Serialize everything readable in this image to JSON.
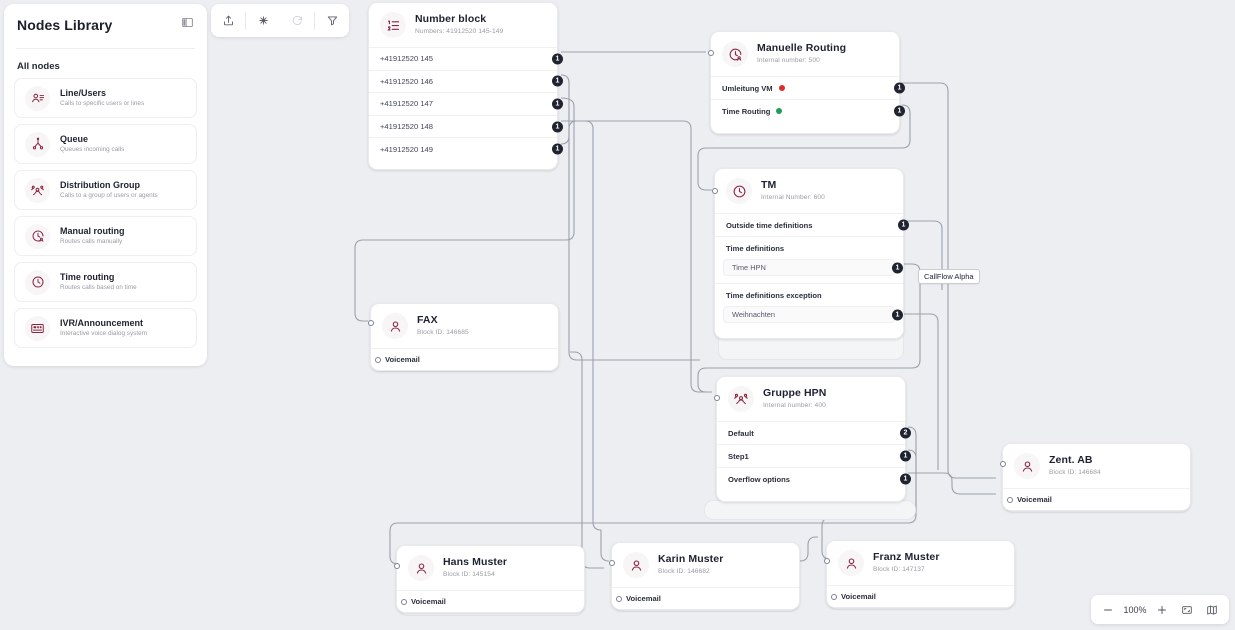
{
  "sidebar": {
    "title": "Nodes Library",
    "panel_icon": "panel-toggle-icon",
    "section_label": "All nodes",
    "items": [
      {
        "name": "Line/Users",
        "desc": "Calls to specific users or lines",
        "icon": "line-users-icon"
      },
      {
        "name": "Queue",
        "desc": "Queues incoming calls",
        "icon": "queue-icon"
      },
      {
        "name": "Distribution Group",
        "desc": "Calls to a group of users or agents",
        "icon": "distribution-group-icon"
      },
      {
        "name": "Manual routing",
        "desc": "Routes calls manually",
        "icon": "manual-routing-icon"
      },
      {
        "name": "Time routing",
        "desc": "Routes calls based on time",
        "icon": "time-routing-icon"
      },
      {
        "name": "IVR/Announcement",
        "desc": "Interactive voice dialog system",
        "icon": "ivr-announcement-icon"
      }
    ]
  },
  "toolbar": {
    "buttons": [
      {
        "name": "export-button",
        "icon": "upload-icon",
        "disabled": false
      },
      {
        "name": "undo-button",
        "icon": "scissors-icon",
        "disabled": false
      },
      {
        "name": "redo-button",
        "icon": "redo-icon",
        "disabled": true
      },
      {
        "name": "filter-button",
        "icon": "filter-icon",
        "disabled": false
      }
    ]
  },
  "zoombar": {
    "zoom_out": "minus-icon",
    "level": "100%",
    "zoom_in": "plus-icon",
    "fit": "fit-screen-icon",
    "minimap": "map-icon"
  },
  "tooltip": {
    "text": "CallFlow Alpha"
  },
  "nodes": {
    "number_block": {
      "title": "Number block",
      "subtitle": "Numbers: 41912520 145-149",
      "icon": "number-list-icon",
      "rows": [
        {
          "label": "+41912520 145",
          "badge": "1"
        },
        {
          "label": "+41912520 146",
          "badge": "1"
        },
        {
          "label": "+41912520 147",
          "badge": "1"
        },
        {
          "label": "+41912520 148",
          "badge": "1"
        },
        {
          "label": "+41912520 149",
          "badge": "1"
        }
      ]
    },
    "manuelle_routing": {
      "title": "Manuelle Routing",
      "subtitle": "Internal number: 500",
      "icon": "manual-routing-icon",
      "rows": [
        {
          "label": "Umleitung VM",
          "badge": "1",
          "status_color": "#e02b2b"
        },
        {
          "label": "Time Routing",
          "badge": "1",
          "status_color": "#1f9d55"
        }
      ]
    },
    "tm": {
      "title": "TM",
      "subtitle": "Internal Number: 600",
      "icon": "time-routing-icon",
      "rows": [
        {
          "label": "Outside time definitions",
          "badge": "1"
        }
      ],
      "group_label_1": "Time definitions",
      "field_1": {
        "value": "Time HPN",
        "badge": "1"
      },
      "group_label_2": "Time definitions exception",
      "field_2": {
        "value": "Weihnachten",
        "badge": "1"
      }
    },
    "gruppe_hpn": {
      "title": "Gruppe HPN",
      "subtitle": "Internal number: 400",
      "icon": "distribution-group-icon",
      "rows": [
        {
          "label": "Default",
          "badge": "2"
        },
        {
          "label": "Step1",
          "badge": "1"
        },
        {
          "label": "Overflow options",
          "badge": "1"
        }
      ]
    },
    "fax": {
      "title": "FAX",
      "subtitle": "Block ID: 146685",
      "icon": "user-icon",
      "voicemail_label": "Voicemail"
    },
    "zent_ab": {
      "title": "Zent. AB",
      "subtitle": "Block ID: 146684",
      "icon": "user-icon",
      "voicemail_label": "Voicemail"
    },
    "hans_muster": {
      "title": "Hans Muster",
      "subtitle": "Block ID: 145154",
      "icon": "user-icon",
      "voicemail_label": "Voicemail"
    },
    "karin_muster": {
      "title": "Karin Muster",
      "subtitle": "Block ID: 146682",
      "icon": "user-icon",
      "voicemail_label": "Voicemail"
    },
    "franz_muster": {
      "title": "Franz Muster",
      "subtitle": "Block ID: 147137",
      "icon": "user-icon",
      "voicemail_label": "Voicemail"
    }
  },
  "colors": {
    "canvas_bg": "#eceef1",
    "node_bg": "#ffffff",
    "accent": "#8a2540",
    "edge": "#9ba1ad",
    "badge_bg": "#1f2430"
  }
}
